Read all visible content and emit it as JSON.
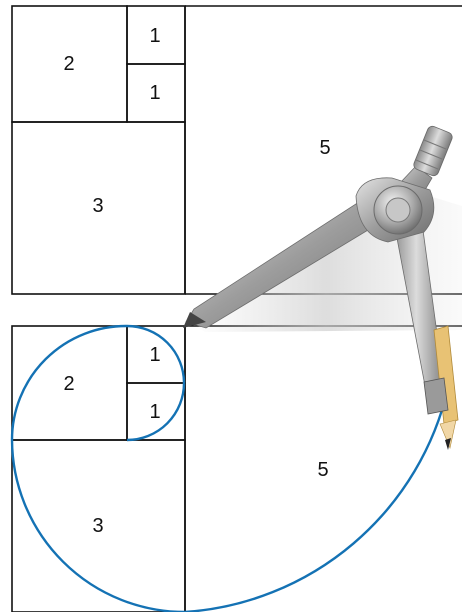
{
  "top_diagram": {
    "squares": [
      {
        "label": "2"
      },
      {
        "label": "1"
      },
      {
        "label": "1"
      },
      {
        "label": "3"
      },
      {
        "label": "5"
      }
    ]
  },
  "bottom_diagram": {
    "squares": [
      {
        "label": "2"
      },
      {
        "label": "1"
      },
      {
        "label": "1"
      },
      {
        "label": "3"
      },
      {
        "label": "5"
      }
    ]
  },
  "colors": {
    "spiral": "#1472b4",
    "grid_line": "#111111",
    "compass_metal": "#a9a9a9",
    "pencil_wood": "#e8c274"
  },
  "illustration": {
    "icon": "drawing-compass-icon"
  }
}
